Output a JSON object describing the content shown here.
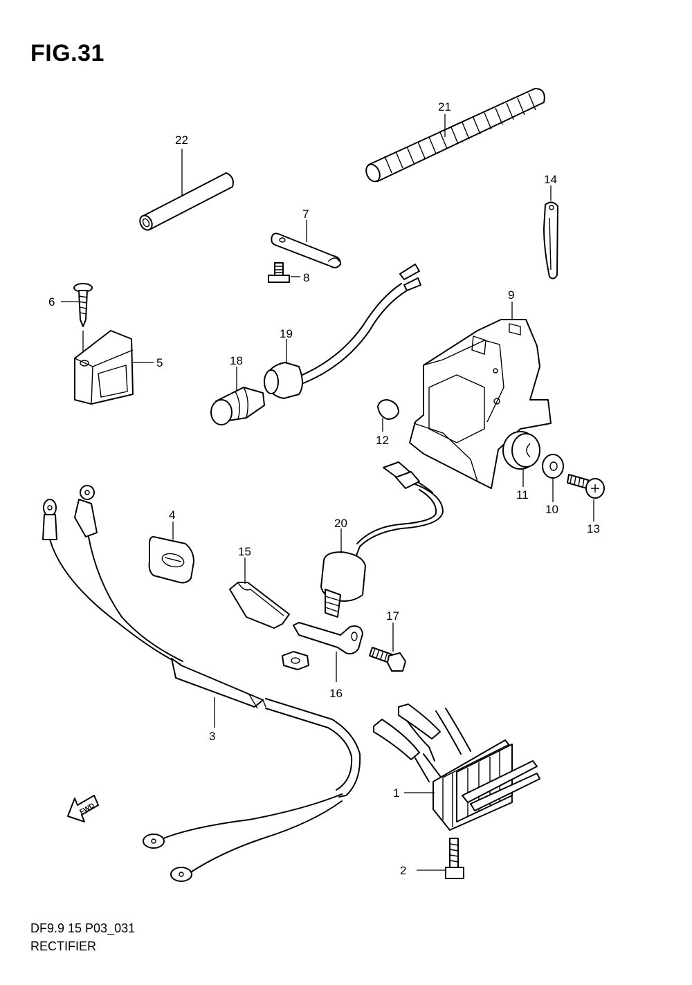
{
  "figure": {
    "title": "FIG.31",
    "code": "DF9.9 15 P03_031",
    "caption": "RECTIFIER",
    "direction_label": "FWD"
  },
  "callouts": {
    "c1": "1",
    "c2": "2",
    "c3": "3",
    "c4": "4",
    "c5": "5",
    "c6": "6",
    "c7": "7",
    "c8": "8",
    "c9": "9",
    "c10": "10",
    "c11": "11",
    "c12": "12",
    "c13": "13",
    "c14": "14",
    "c15": "15",
    "c16": "16",
    "c17": "17",
    "c18": "18",
    "c19": "19",
    "c20": "20",
    "c21": "21",
    "c22": "22"
  }
}
